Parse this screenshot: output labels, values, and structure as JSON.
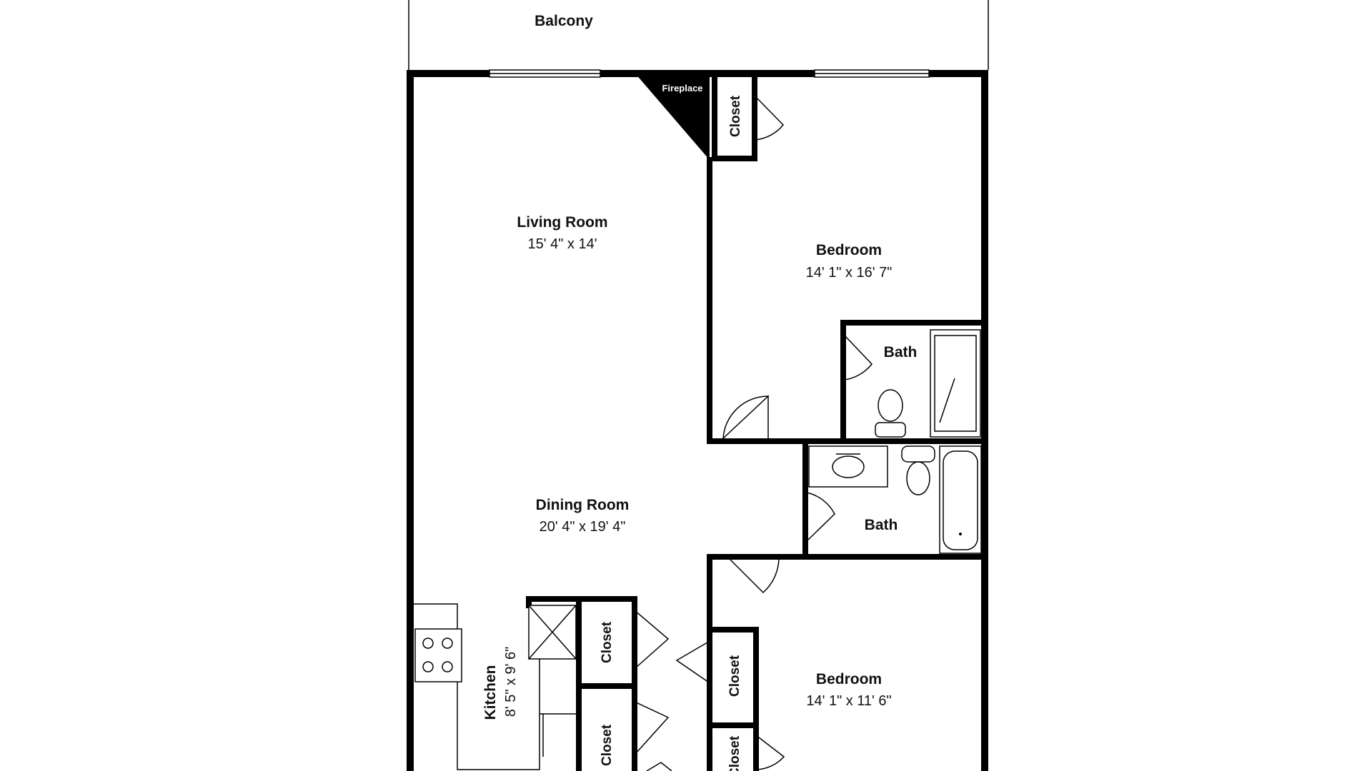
{
  "plan": {
    "balcony": "Balcony",
    "fireplace": "Fireplace",
    "living_room": {
      "name": "Living Room",
      "dims": "15' 4\" x 14'"
    },
    "bedroom_1": {
      "name": "Bedroom",
      "dims": "14' 1\" x 16' 7\""
    },
    "bath_1": "Bath",
    "dining_room": {
      "name": "Dining Room",
      "dims": "20' 4\" x 19' 4\""
    },
    "bath_2": "Bath",
    "kitchen": {
      "name": "Kitchen",
      "dims": "8' 5\" x 9' 6\""
    },
    "bedroom_2": {
      "name": "Bedroom",
      "dims": "14' 1\" x 11' 6\""
    },
    "closets": [
      "Closet",
      "Closet",
      "Closet",
      "Closet",
      "Closet"
    ]
  }
}
